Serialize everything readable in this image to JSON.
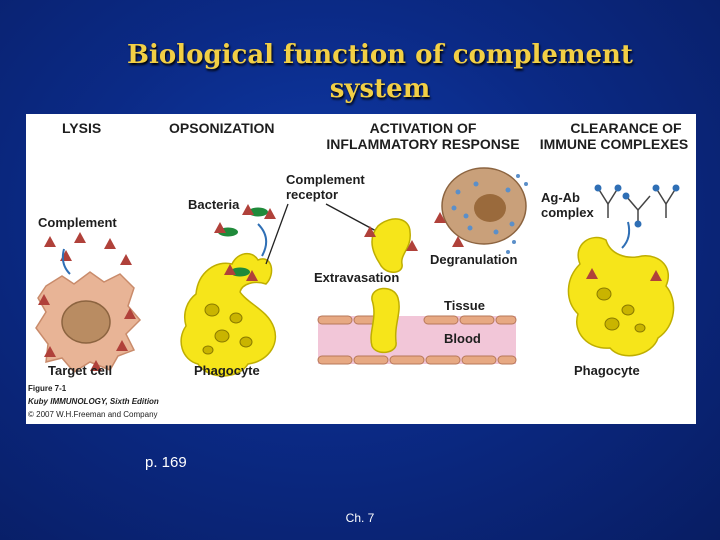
{
  "slide": {
    "title_line1": "Biological function of complement",
    "title_line2": "system",
    "page_ref": "p. 169",
    "footer": "Ch. 7"
  },
  "figure": {
    "headers": {
      "lysis": "LYSIS",
      "opsonization": "OPSONIZATION",
      "activation_line1": "ACTIVATION OF",
      "activation_line2": "INFLAMMATORY RESPONSE",
      "clearance_line1": "CLEARANCE OF",
      "clearance_line2": "IMMUNE COMPLEXES"
    },
    "labels": {
      "complement": "Complement",
      "bacteria": "Bacteria",
      "complement_receptor_line1": "Complement",
      "complement_receptor_line2": "receptor",
      "target_cell": "Target cell",
      "phagocyte_left": "Phagocyte",
      "extravasation": "Extravasation",
      "degranulation": "Degranulation",
      "tissue": "Tissue",
      "blood": "Blood",
      "agab_line1": "Ag-Ab",
      "agab_line2": "complex",
      "phagocyte_right": "Phagocyte"
    },
    "caption": {
      "line1": "Figure 7-1",
      "line2": "Kuby IMMUNOLOGY, Sixth Edition",
      "line3": "© 2007 W.H.Freeman and Company"
    },
    "colors": {
      "phagocyte": "#f6e51a",
      "complement": "#b0413a",
      "bacteria": "#1f8a3a",
      "target_cell": "#e8b496",
      "nucleus": "#b98c62",
      "blood": "#f2c6d8",
      "vessel": "#e7a983"
    }
  }
}
